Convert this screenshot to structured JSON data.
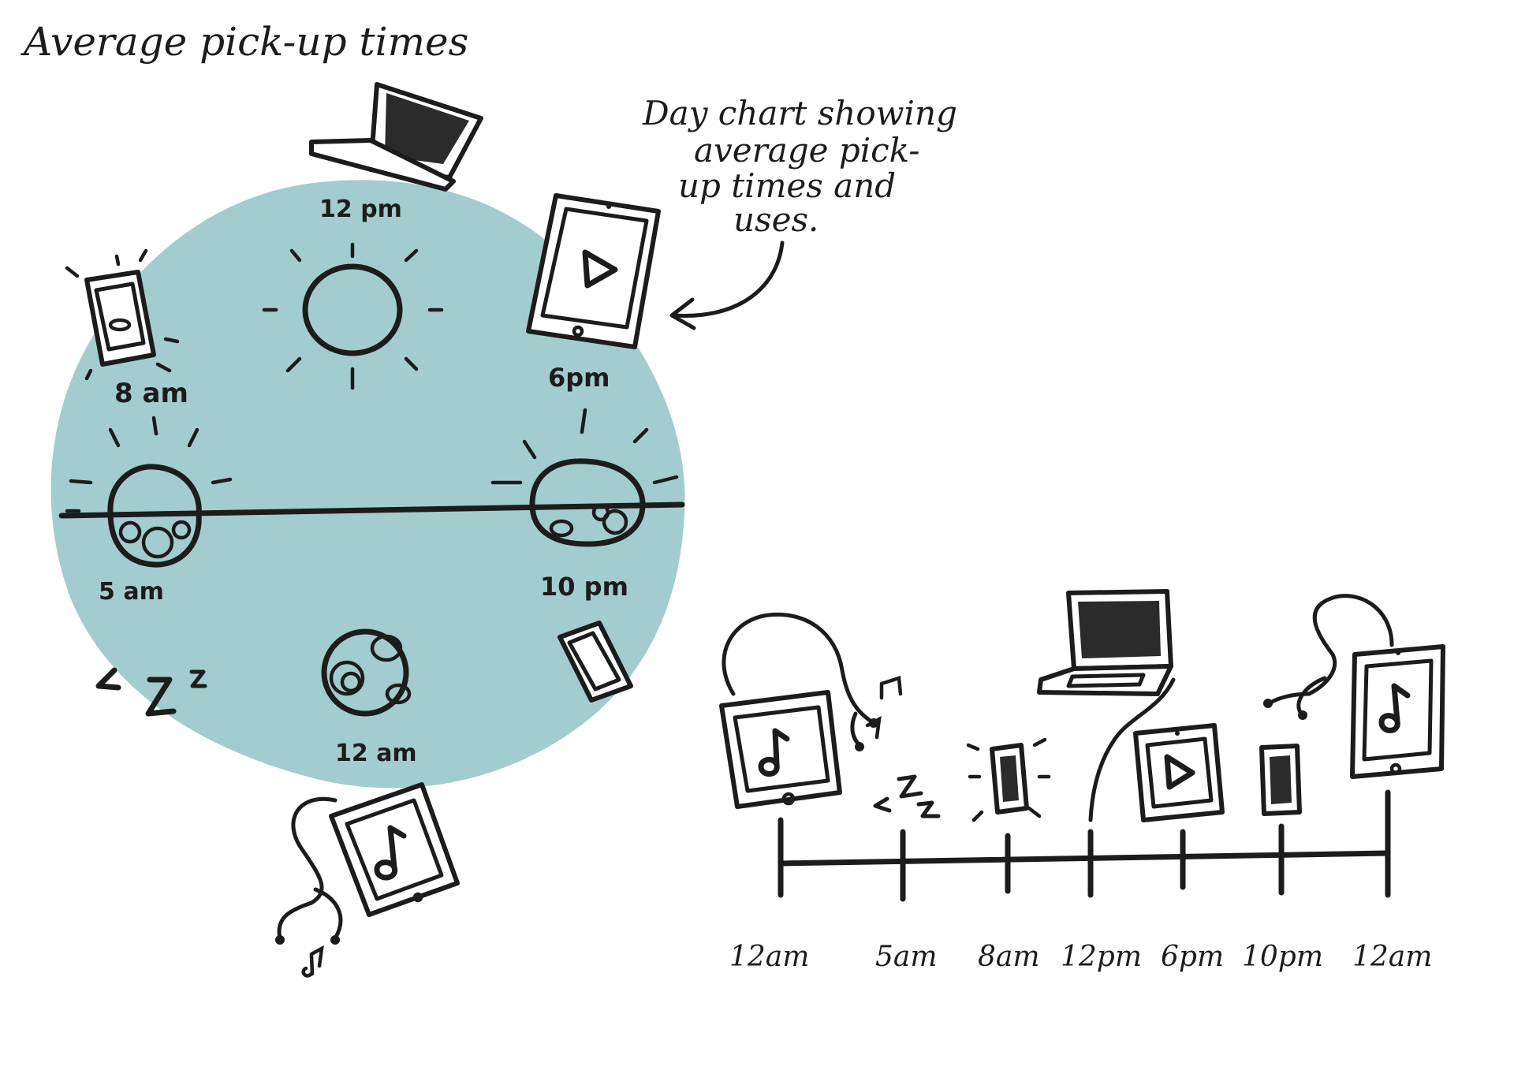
{
  "title": "Average pick-up times",
  "annotation": [
    "Day chart showing",
    "average pick-",
    "up times and",
    "uses."
  ],
  "colors": {
    "disc": "#a3ccce",
    "ink": "#1c1c1c",
    "screen": "#2b2b2b"
  },
  "clock": {
    "labels": {
      "noon": "12 pm",
      "morning": "8 am",
      "evening": "6pm",
      "dawn": "5 am",
      "night": "10 pm",
      "midnight": "12 am"
    },
    "sleep": "Z Z z"
  },
  "timeline": {
    "ticks": [
      "12am",
      "5am",
      "8am",
      "12pm",
      "6pm",
      "10pm",
      "12am"
    ],
    "sleep": "z Z z"
  },
  "icons": [
    "laptop-icon",
    "tablet-play-icon",
    "phone-icon",
    "tablet-music-icon",
    "headphones-icon",
    "sun-icon",
    "moon-icon",
    "music-note-icon"
  ]
}
